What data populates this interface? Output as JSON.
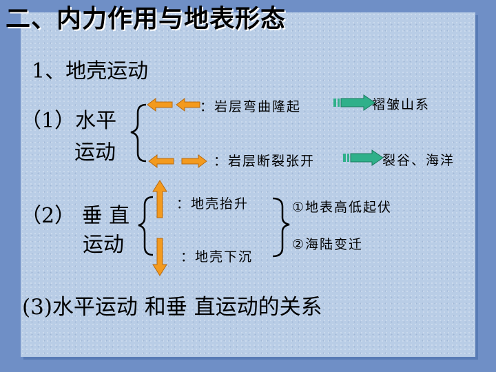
{
  "title": "二、内力作用与地表形态",
  "section1": "1、地壳运动",
  "horizontal": {
    "label_line1": "（1）水平",
    "label_line2": "运动",
    "top_text": "：岩层弯曲隆起",
    "top_result": "褶皱山系",
    "bottom_text": "：岩层断裂张开",
    "bottom_result": "裂谷、海洋"
  },
  "vertical": {
    "label_line1": "（2） 垂 直",
    "label_line2": "运动",
    "up_text": "：地壳抬升",
    "down_text": "：地壳下沉",
    "result1": "①地表高低起伏",
    "result2": "②海陆变迁"
  },
  "section3": "(3)水平运动 和垂 直运动的关系",
  "colors": {
    "arrow_orange": "#f39a1e",
    "arrow_green": "#2fb08a",
    "panel": "#b9cde6",
    "background": "#6f8fc6"
  }
}
